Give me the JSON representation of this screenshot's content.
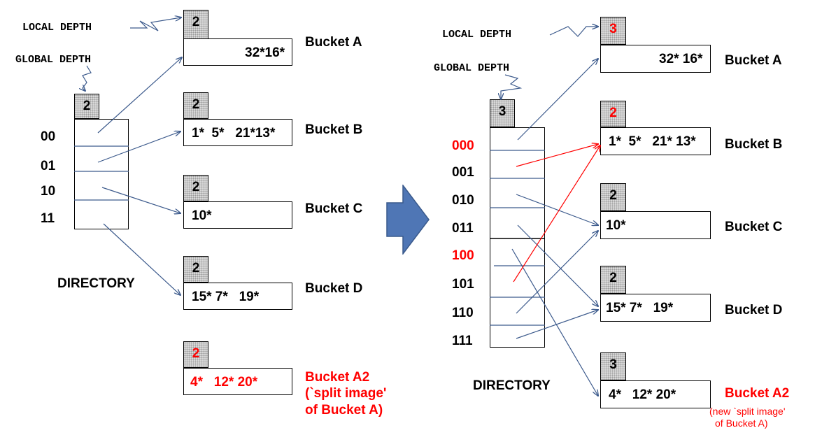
{
  "left": {
    "local_depth_label": "LOCAL DEPTH",
    "global_depth_label": "GLOBAL DEPTH",
    "global_depth": "2",
    "directory_label": "DIRECTORY",
    "dir_entries": [
      "00",
      "01",
      "10",
      "11"
    ],
    "buckets": {
      "a": {
        "depth": "2",
        "content": "32*16*",
        "label": "Bucket A"
      },
      "b": {
        "depth": "2",
        "content": "1*  5*   21*13*",
        "label": "Bucket B"
      },
      "c": {
        "depth": "2",
        "content": "10*",
        "label": "Bucket C"
      },
      "d": {
        "depth": "2",
        "content": "15* 7*   19*",
        "label": "Bucket D"
      },
      "a2": {
        "depth": "2",
        "content": "4*   12* 20*",
        "label_line1": "Bucket A2",
        "label_line2": "(`split image'",
        "label_line3": "of Bucket A)"
      }
    }
  },
  "right": {
    "local_depth_label": "LOCAL DEPTH",
    "global_depth_label": "GLOBAL DEPTH",
    "global_depth": "3",
    "directory_label": "DIRECTORY",
    "dir_entries": [
      "000",
      "001",
      "010",
      "011",
      "100",
      "101",
      "110",
      "111"
    ],
    "buckets": {
      "a": {
        "depth": "3",
        "content": "32* 16*",
        "label": "Bucket A"
      },
      "b": {
        "depth": "2",
        "content": "1*  5*   21* 13*",
        "label": "Bucket B"
      },
      "c": {
        "depth": "2",
        "content": "10*",
        "label": "Bucket C"
      },
      "d": {
        "depth": "2",
        "content": "15* 7*   19*",
        "label": "Bucket D"
      },
      "a2": {
        "depth": "3",
        "content": "4*   12* 20*",
        "label_line1": "Bucket A2",
        "label_line2": "(new `split image'",
        "label_line3": "of Bucket A)"
      }
    }
  },
  "colors": {
    "depth_fill": "#d9d9d9",
    "arrow_blue": "#3c5a8c",
    "highlight_red": "#ff0000",
    "transition_arrow": "#4f76b5"
  },
  "icons": {
    "transition": "right-arrow-icon"
  }
}
